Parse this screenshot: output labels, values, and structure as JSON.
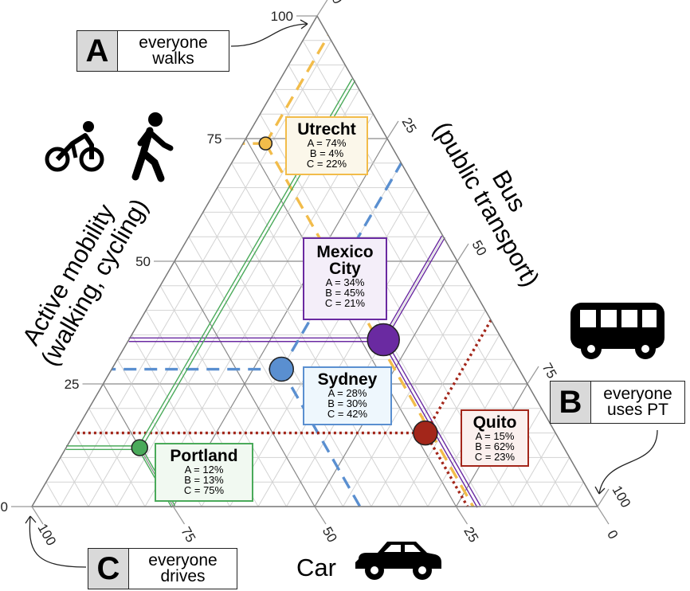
{
  "axes": {
    "a_title_line1": "Active mobility",
    "a_title_line2": "(walking, cycling)",
    "b_title_line1": "Bus",
    "b_title_line2": "(public transport)",
    "c_title": "Car",
    "ticks": [
      "0",
      "25",
      "50",
      "75",
      "100"
    ]
  },
  "corners": {
    "A": {
      "letter": "A",
      "line1": "everyone",
      "line2": "walks"
    },
    "B": {
      "letter": "B",
      "line1": "everyone",
      "line2": "uses PT"
    },
    "C": {
      "letter": "C",
      "line1": "everyone",
      "line2": "drives"
    }
  },
  "icons": [
    "bicycle-icon",
    "walking-icon",
    "bus-icon",
    "car-icon"
  ],
  "chart_data": {
    "type": "scatter",
    "subtype": "ternary",
    "components": [
      "A",
      "B",
      "C"
    ],
    "range": [
      0,
      100
    ],
    "grid": true,
    "points": [
      {
        "name": "Utrecht",
        "a": 74,
        "b": 4,
        "c": 22,
        "label_a": "A = 74%",
        "label_b": "B = 4%",
        "label_c": "C = 22%",
        "color": "#f2bc4a",
        "box_color": "#fbf7ea",
        "line_style": "dashed"
      },
      {
        "name": "Mexico City",
        "line1": "Mexico",
        "line2": "City",
        "a": 34,
        "b": 45,
        "c": 21,
        "label_a": "A = 34%",
        "label_b": "B = 45%",
        "label_c": "C = 21%",
        "color": "#6a2aa1",
        "box_color": "#f4eef9",
        "line_style": "double"
      },
      {
        "name": "Sydney",
        "a": 28,
        "b": 30,
        "c": 42,
        "label_a": "A = 28%",
        "label_b": "B = 30%",
        "label_c": "C = 42%",
        "color": "#5a8fd0",
        "box_color": "#eef7fd",
        "line_style": "dashed"
      },
      {
        "name": "Quito",
        "a": 15,
        "b": 62,
        "c": 23,
        "label_a": "A = 15%",
        "label_b": "B = 62%",
        "label_c": "C = 23%",
        "color": "#a3261a",
        "box_color": "#fbf0ee",
        "line_style": "dotted"
      },
      {
        "name": "Portland",
        "a": 12,
        "b": 13,
        "c": 75,
        "label_a": "A = 12%",
        "label_b": "B = 13%",
        "label_c": "C = 75%",
        "color": "#4aaa5a",
        "box_color": "#f1f9f1",
        "line_style": "double"
      }
    ]
  }
}
